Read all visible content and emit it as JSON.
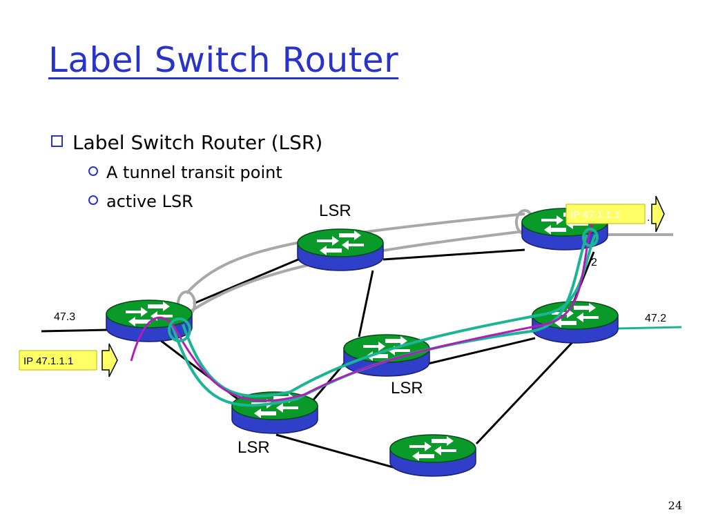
{
  "slide": {
    "title": "Label Switch Router",
    "bullets": [
      {
        "text": "Label Switch Router (LSR)",
        "sub": [
          "A tunnel transit point",
          "active LSR"
        ]
      }
    ],
    "page_number": "24"
  },
  "diagram": {
    "router_labels": [
      "LSR",
      "LSR",
      "LSR"
    ],
    "edge_labels": {
      "left": "47.3",
      "right": "47.2",
      "top_right_partial": "2",
      "top_right_clip": "."
    },
    "packets": {
      "ingress": "IP 47.1.1.1",
      "egress": "IP 47.1.1.1"
    },
    "colors": {
      "router_top": "#0a9a2a",
      "router_body": "#2f3fc9",
      "tunnel": "#a8a8a8",
      "path_teal": "#1bb596",
      "path_magenta": "#b21cb8",
      "packet_bg": "#ffff66",
      "title": "#2a33c8"
    }
  }
}
